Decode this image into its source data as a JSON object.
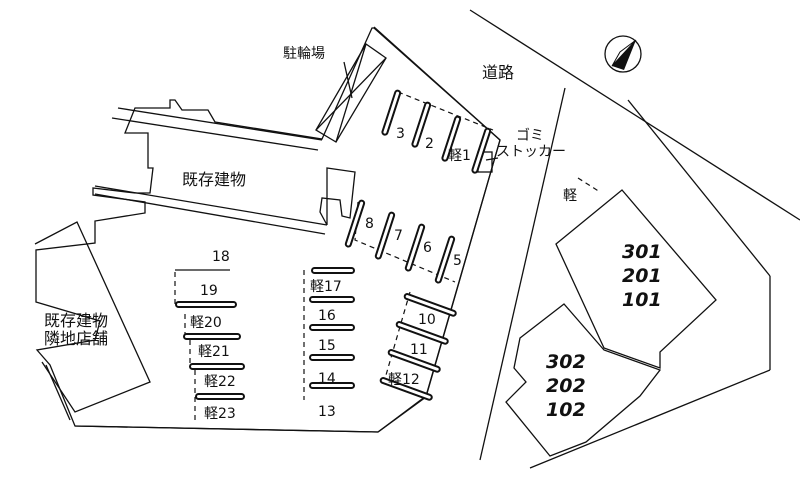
{
  "labels": {
    "bicycle_parking": "駐輪場",
    "road": "道路",
    "garbage_stocker_line1": "ゴミ",
    "garbage_stocker_line2": "ストッカー",
    "existing_building_top": "既存建物",
    "existing_building_left_line1": "既存建物",
    "existing_building_left_line2": "隣地店舗",
    "light_parking_mark": "軽"
  },
  "parking_spaces": {
    "s1": "軽1",
    "s2": "2",
    "s3": "3",
    "s5": "5",
    "s6": "6",
    "s7": "7",
    "s8": "8",
    "s10": "10",
    "s11": "11",
    "s12": "軽12",
    "s13": "13",
    "s14": "14",
    "s15": "15",
    "s16": "16",
    "s17": "軽17",
    "s18": "18",
    "s19": "19",
    "s20": "軽20",
    "s21": "軽21",
    "s22": "軽22",
    "s23": "軽23"
  },
  "building_units": {
    "upper": [
      "301",
      "201",
      "101"
    ],
    "lower": [
      "302",
      "202",
      "102"
    ]
  },
  "icons": {
    "compass": "north-arrow-icon"
  }
}
